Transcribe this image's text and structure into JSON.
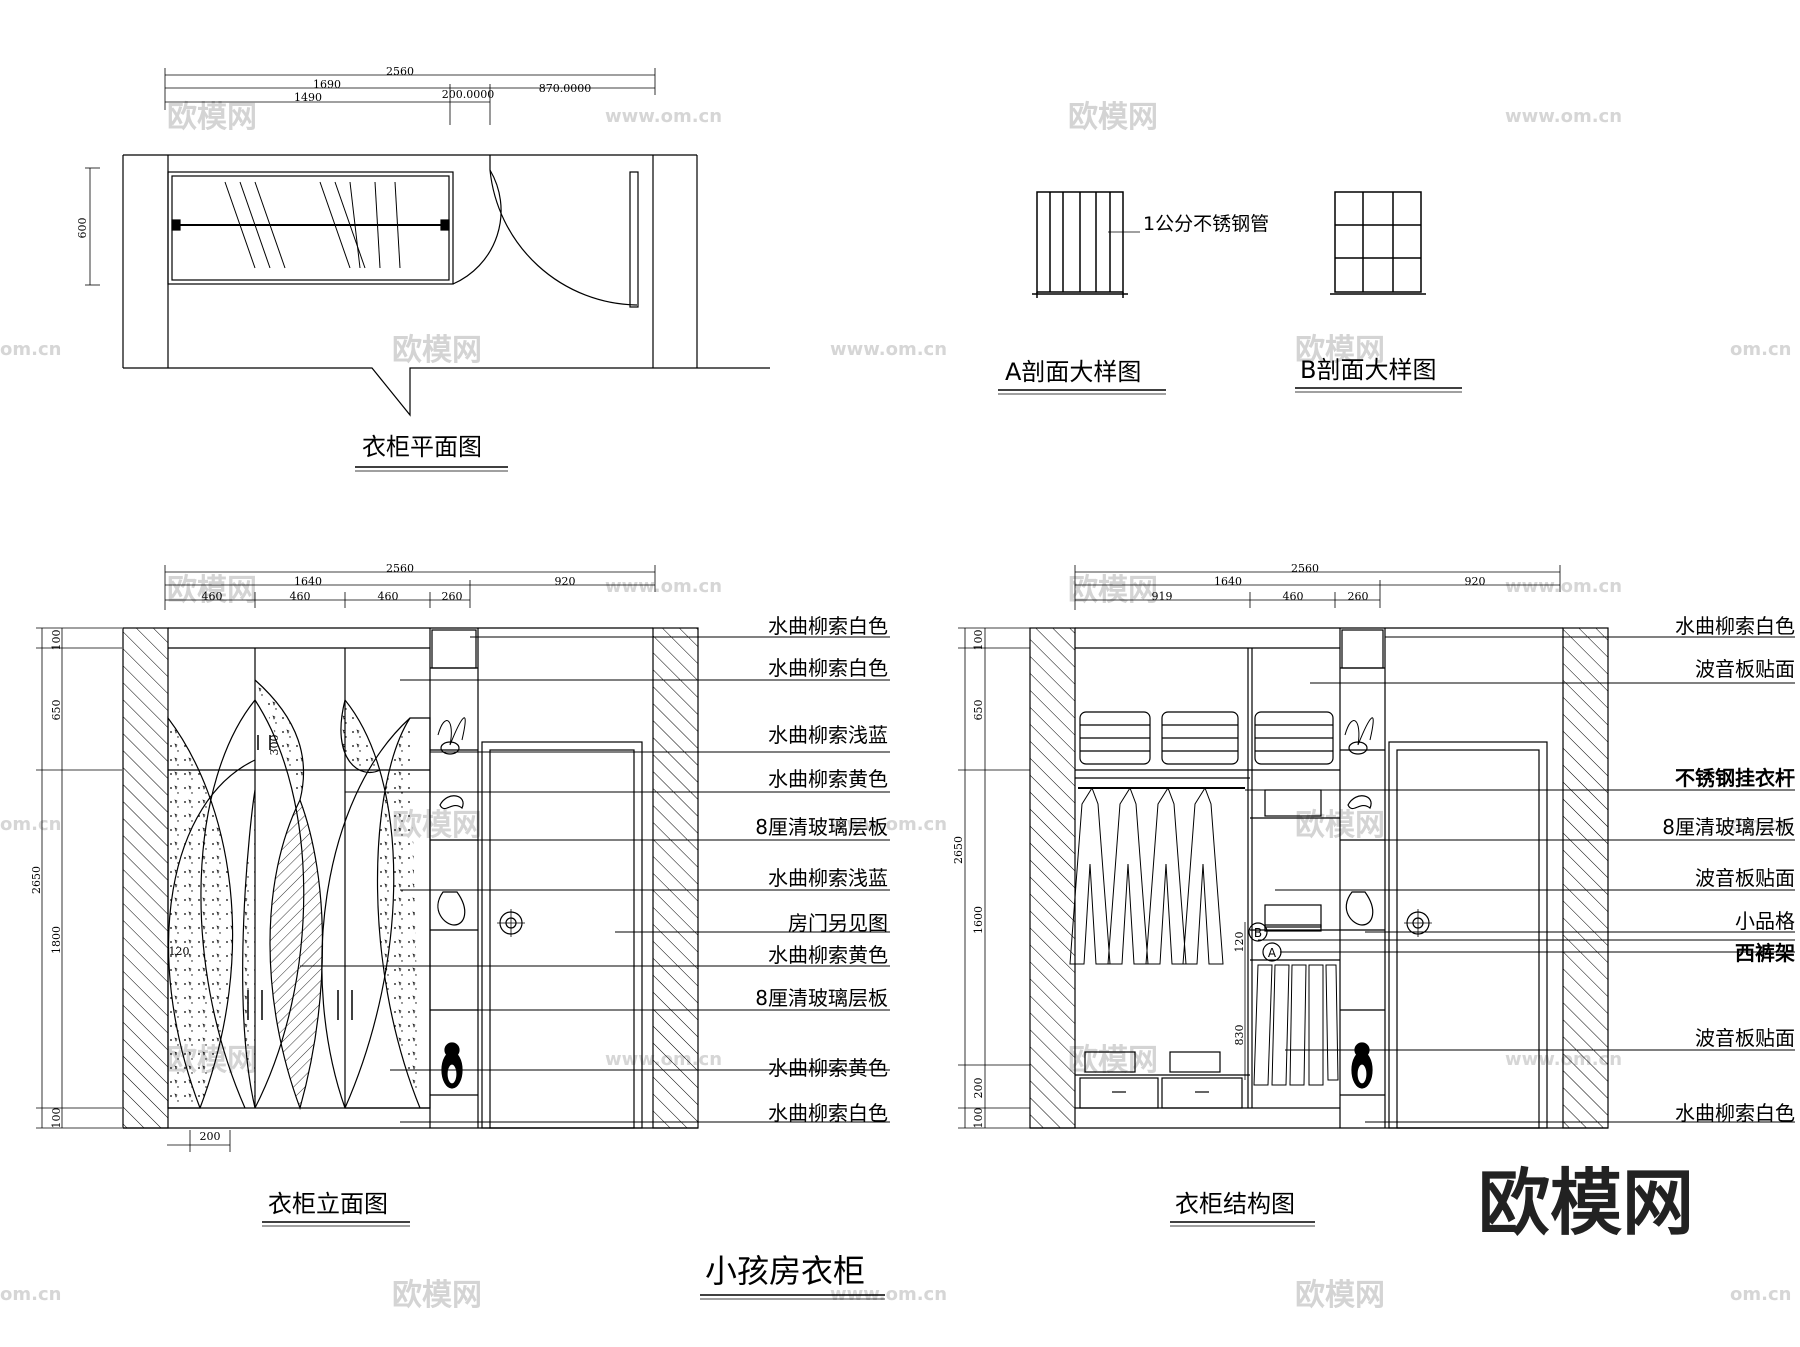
{
  "plan": {
    "title": "衣柜平面图",
    "dims": [
      "2560",
      "1690",
      "1490",
      "200.0000",
      "870.0000",
      "600"
    ]
  },
  "section_a": {
    "title": "A剖面大样图",
    "note": "1公分不锈钢管"
  },
  "section_b": {
    "title": "B剖面大样图"
  },
  "elevation": {
    "title": "衣柜立面图",
    "top_dims": [
      "2560",
      "1640",
      "920",
      "460",
      "460",
      "460",
      "260"
    ],
    "side_dims": [
      "100",
      "650",
      "300",
      "2650",
      "1800",
      "120",
      "100"
    ],
    "bottom_dim": "200",
    "labels": [
      "水曲柳索白色",
      "水曲柳索白色",
      "水曲柳索浅蓝",
      "水曲柳索黄色",
      "8厘清玻璃层板",
      "水曲柳索浅蓝",
      "房门另见图",
      "水曲柳索黄色",
      "8厘清玻璃层板",
      "水曲柳索黄色",
      "水曲柳索白色"
    ]
  },
  "structure": {
    "title": "衣柜结构图",
    "top_dims": [
      "2560",
      "1640",
      "920",
      "919",
      "460",
      "260"
    ],
    "side_dims": [
      "100",
      "650",
      "2650",
      "1600",
      "120",
      "830",
      "200",
      "100"
    ],
    "markers": [
      "B",
      "A"
    ],
    "labels": [
      "水曲柳索白色",
      "波音板贴面",
      "不锈钢挂衣杆",
      "8厘清玻璃层板",
      "波音板贴面",
      "小品格",
      "西裤架",
      "波音板贴面",
      "水曲柳索白色"
    ]
  },
  "sheet_title": "小孩房衣柜",
  "watermarks": [
    "欧模网",
    "www.om.cn",
    "om.cn"
  ],
  "logo": "欧模网"
}
